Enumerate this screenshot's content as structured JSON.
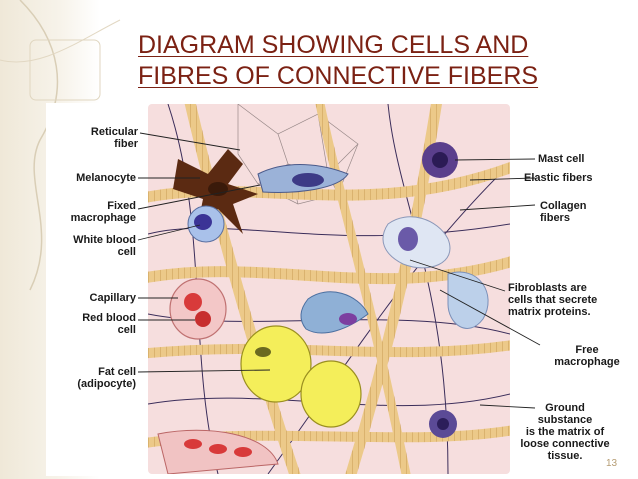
{
  "title": {
    "line1": "DIAGRAM SHOWING CELLS AND",
    "line2": "FIBRES OF CONNECTIVE FIBERS"
  },
  "left_labels": [
    {
      "id": "reticular",
      "text": "Reticular\nfiber"
    },
    {
      "id": "melanocyte",
      "text": "Melanocyte"
    },
    {
      "id": "fixed-macrophage",
      "text": "Fixed\nmacrophage"
    },
    {
      "id": "white-blood-cell",
      "text": "White blood\ncell"
    },
    {
      "id": "capillary",
      "text": "Capillary"
    },
    {
      "id": "red-blood-cell",
      "text": "Red blood\ncell"
    },
    {
      "id": "fat-cell",
      "text": "Fat cell\n(adipocyte)"
    }
  ],
  "right_labels": [
    {
      "id": "mast-cell",
      "text": "Mast cell"
    },
    {
      "id": "elastic-fibers",
      "text": "Elastic fibers"
    },
    {
      "id": "collagen-fibers",
      "text": "Collagen\nfibers"
    },
    {
      "id": "fibroblasts",
      "text_bold": "Fibroblasts",
      "text_rest": " are\ncells that secrete\nmatrix proteins."
    },
    {
      "id": "free-macrophage",
      "text": "Free\nmacrophage"
    },
    {
      "id": "ground-substance",
      "text_bold": "Ground\nsubstance",
      "text_rest": "\nis the matrix of\nloose connective\ntissue."
    }
  ],
  "page_number": "13",
  "colors": {
    "title": "#7b2113",
    "background": "#f6dede",
    "collagen": "#e8c27e",
    "fat_cell": "#f4ee5a"
  }
}
